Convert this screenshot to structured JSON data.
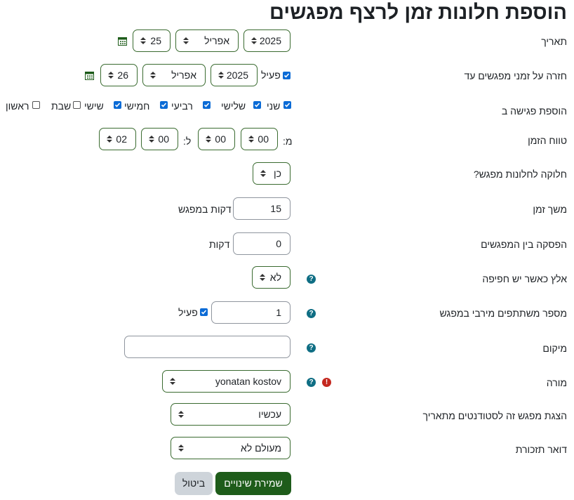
{
  "page_title": "הוספת חלונות זמן לרצף מפגשים",
  "date": {
    "label": "תאריך",
    "year": "2025",
    "month": "אפריל",
    "day": "25"
  },
  "repeat_until": {
    "label": "חזרה על זמני מפגשים עד",
    "enable_label": "פעיל",
    "enabled": true,
    "year": "2025",
    "month": "אפריל",
    "day": "26"
  },
  "add_session": {
    "label": "הוספת פגישה ב",
    "days": [
      {
        "label": "שני",
        "checked": true
      },
      {
        "label": "שלישי",
        "checked": true
      },
      {
        "label": "רביעי",
        "checked": true
      },
      {
        "label": "חמישי",
        "checked": true
      },
      {
        "label": "שישי",
        "checked": true
      },
      {
        "label": "שבת",
        "checked": false
      },
      {
        "label": "ראשון",
        "checked": false
      }
    ]
  },
  "time_range": {
    "label": "טווח הזמן",
    "from_label": "מ:",
    "to_label": "ל:",
    "from_hour": "00",
    "from_minute": "00",
    "to_hour": "00",
    "to_minute": "02"
  },
  "split": {
    "label": "חלוקה לחלונות מפגש?",
    "value": "כן"
  },
  "duration": {
    "label": "משך זמן",
    "value": "15",
    "suffix": "דקות במפגש"
  },
  "break": {
    "label": "הפסקה בין המפגשים",
    "value": "0",
    "suffix": "דקות"
  },
  "force": {
    "label": "אלץ כאשר יש חפיפה",
    "value": "לא"
  },
  "max_participants": {
    "label": "מספר משתתפים מירבי במפגש",
    "value": "1",
    "enable_label": "פעיל",
    "enabled": true
  },
  "location": {
    "label": "מיקום",
    "value": ""
  },
  "teacher": {
    "label": "מורה",
    "value": "yonatan kostov"
  },
  "display_from": {
    "label": "הצגת מפגש זה לסטודנטים מתאריך",
    "value": "עכשיו"
  },
  "reminder": {
    "label": "דואר תזכורת",
    "value": "מעולם לא"
  },
  "buttons": {
    "save": "שמירת שינויים",
    "cancel": "ביטול"
  },
  "colors": {
    "primary": "#1e5c1a",
    "checkbox": "#0b6bd6",
    "help": "#0f6e84",
    "error": "#c4281f",
    "border": "#3a6b30"
  },
  "icons": {
    "calendar": "calendar-icon",
    "help": "help-icon",
    "error": "error-icon",
    "select_arrow": "select-arrow-icon"
  }
}
